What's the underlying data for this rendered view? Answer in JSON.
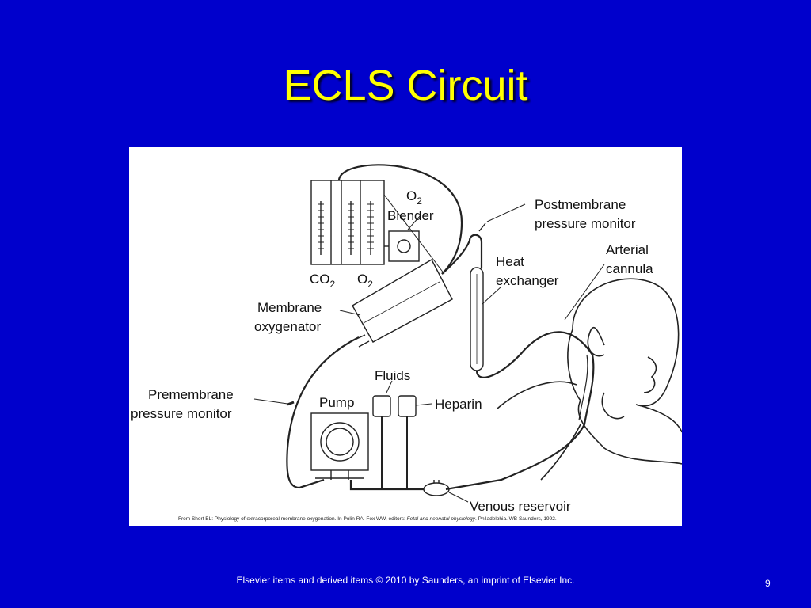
{
  "slide": {
    "title": "ECLS Circuit",
    "footer": "Elsevier items and derived items © 2010 by Saunders, an imprint of Elsevier Inc.",
    "page_number": "9"
  },
  "diagram": {
    "labels": {
      "o2_blender_o": "O",
      "o2_blender_sub": "2",
      "blender": "Blender",
      "postmembrane_line1": "Postmembrane",
      "postmembrane_line2": "pressure monitor",
      "arterial_line1": "Arterial",
      "arterial_line2": "cannula",
      "heat_line1": "Heat",
      "heat_line2": "exchanger",
      "co2_main": "CO",
      "co2_sub": "2",
      "o2_main": "O",
      "o2_sub": "2",
      "membrane_line1": "Membrane",
      "membrane_line2": "oxygenator",
      "fluids": "Fluids",
      "premembrane_line1": "Premembrane",
      "premembrane_line2": "pressure monitor",
      "pump": "Pump",
      "heparin": "Heparin",
      "venous": "Venous reservoir"
    },
    "caption_pre": "From Short BL: Physiology of extracorporeal membrane oxygenation. In Polin RA, Fox WW, editors: ",
    "caption_italic": "Fetal and neonatal physiology",
    "caption_post": ". Philadelphia. WB Saunders, 1992."
  },
  "colors": {
    "background": "#0000cc",
    "title": "#ffff00",
    "footer_text": "#ffffff"
  }
}
